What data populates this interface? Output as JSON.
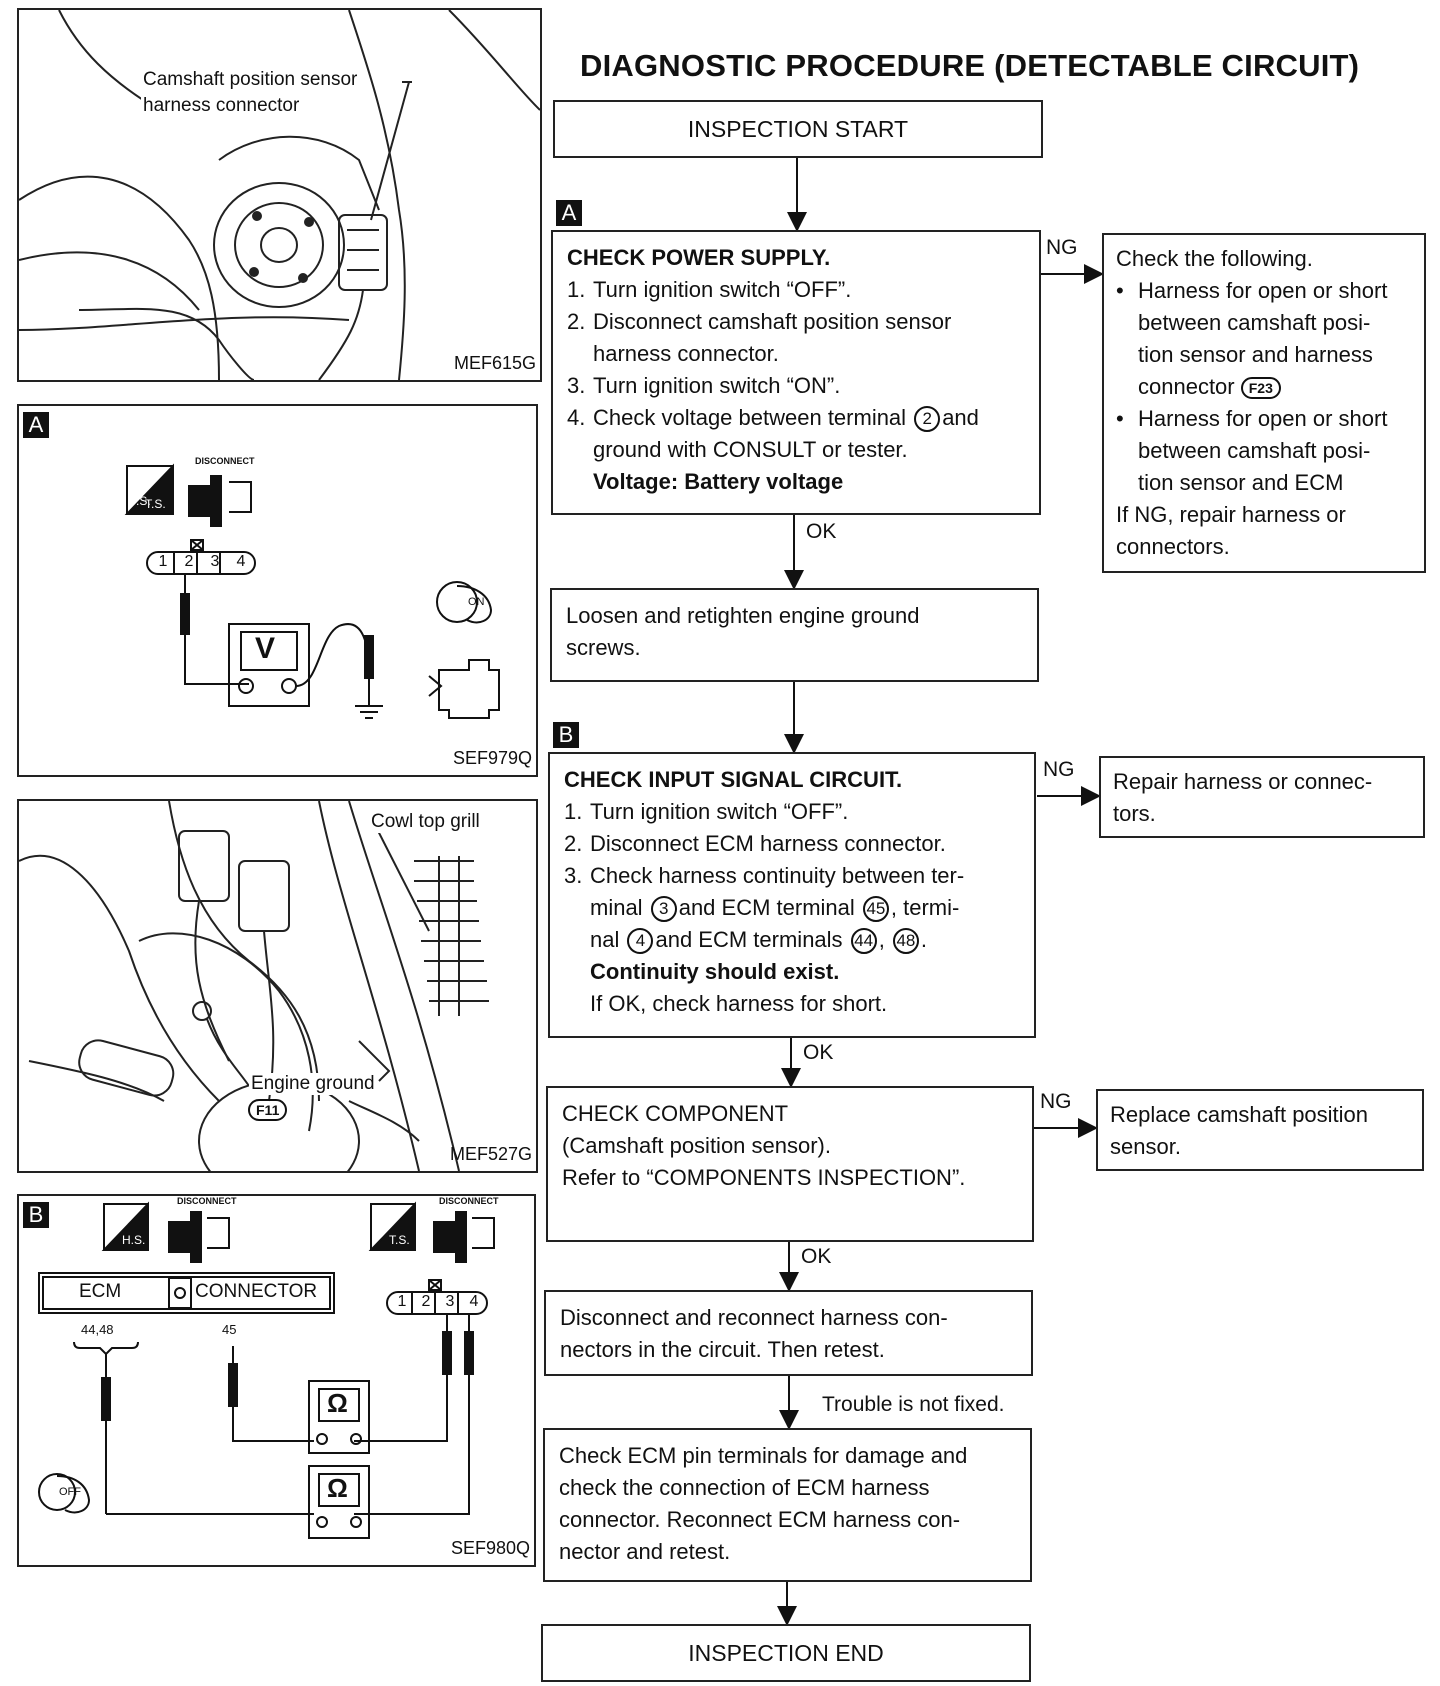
{
  "title": "DIAGNOSTIC PROCEDURE (DETECTABLE CIRCUIT)",
  "flow": {
    "start": "INSPECTION START",
    "tag_a": "A",
    "tag_b": "B",
    "step_a": {
      "heading": "CHECK POWER SUPPLY.",
      "items": [
        {
          "n": "1.",
          "text": "Turn ignition switch “OFF”."
        },
        {
          "n": "2.",
          "text": "Disconnect camshaft position sensor",
          "cont": "harness connector."
        },
        {
          "n": "3.",
          "text": "Turn ignition switch “ON”."
        },
        {
          "n": "4.",
          "text_pre": "Check voltage between terminal",
          "terminal": "2",
          "text_post": "and",
          "cont": "ground with CONSULT or tester."
        }
      ],
      "spec": "Voltage: Battery voltage"
    },
    "ng_label": "NG",
    "ok_label": "OK",
    "ng_a": {
      "heading": "Check the following.",
      "b1_lines": [
        "Harness for open or short",
        "between camshaft posi-",
        "tion sensor and harness"
      ],
      "b1_last": "connector",
      "b1_conn": "F23",
      "b2_lines": [
        "Harness for open or short",
        "between camshaft posi-",
        "tion sensor and ECM"
      ],
      "footer_lines": [
        "If NG, repair harness or",
        "connectors."
      ]
    },
    "loosen": [
      "Loosen and retighten engine ground",
      "screws."
    ],
    "step_b": {
      "heading": "CHECK INPUT SIGNAL CIRCUIT.",
      "i1": "Turn ignition switch “OFF”.",
      "i2": "Disconnect ECM harness connector.",
      "i3_l1": "Check harness continuity between ter-",
      "i3_l2a": "minal",
      "t3": "3",
      "i3_l2b": "and ECM terminal",
      "t45": "45",
      "i3_l2c": ", termi-",
      "i3_l3a": "nal",
      "t4": "4",
      "i3_l3b": "and ECM terminals",
      "t44": "44",
      "t48": "48",
      "spec": "Continuity should exist.",
      "note": "If OK, check harness for short."
    },
    "ng_b": [
      "Repair harness or connec-",
      "tors."
    ],
    "component": [
      "CHECK COMPONENT",
      "(Camshaft position sensor).",
      "Refer to “COMPONENTS INSPECTION”."
    ],
    "ng_c": [
      "Replace camshaft position",
      "sensor."
    ],
    "reconnect": [
      "Disconnect and reconnect harness con-",
      "nectors in the circuit. Then retest."
    ],
    "trouble": "Trouble is not fixed.",
    "check_ecm": [
      "Check ECM pin terminals for damage and",
      "check the connection of ECM harness",
      "connector. Reconnect ECM harness con-",
      "nector and retest."
    ],
    "end": "INSPECTION END"
  },
  "figures": {
    "fig1": {
      "label_l1": "Camshaft position sensor",
      "label_l2": "harness connector",
      "code": "MEF615G"
    },
    "fig2": {
      "tag": "A",
      "ts": "T.S.",
      "disconnect": "DISCONNECT",
      "pins": [
        "1",
        "2",
        "3",
        "4"
      ],
      "meter": "V",
      "on": "ON",
      "code": "SEF979Q"
    },
    "fig3": {
      "cowl": "Cowl top grill",
      "engine_ground": "Engine ground",
      "conn": "F11",
      "code": "MEF527G"
    },
    "fig4": {
      "tag": "B",
      "hs": "H.S.",
      "ts": "T.S.",
      "disconnect": "DISCONNECT",
      "ecm": "ECM",
      "connector": "CONNECTOR",
      "pin_a": "44,48",
      "pin_b": "45",
      "pins": [
        "1",
        "2",
        "3",
        "4"
      ],
      "ohm": "Ω",
      "off": "OFF",
      "code": "SEF980Q"
    }
  },
  "icons": [
    "arrow-down-icon",
    "arrow-right-icon",
    "voltmeter-icon",
    "ohmmeter-icon",
    "ignition-key-icon",
    "engine-icon",
    "ground-icon",
    "disconnect-icon"
  ]
}
